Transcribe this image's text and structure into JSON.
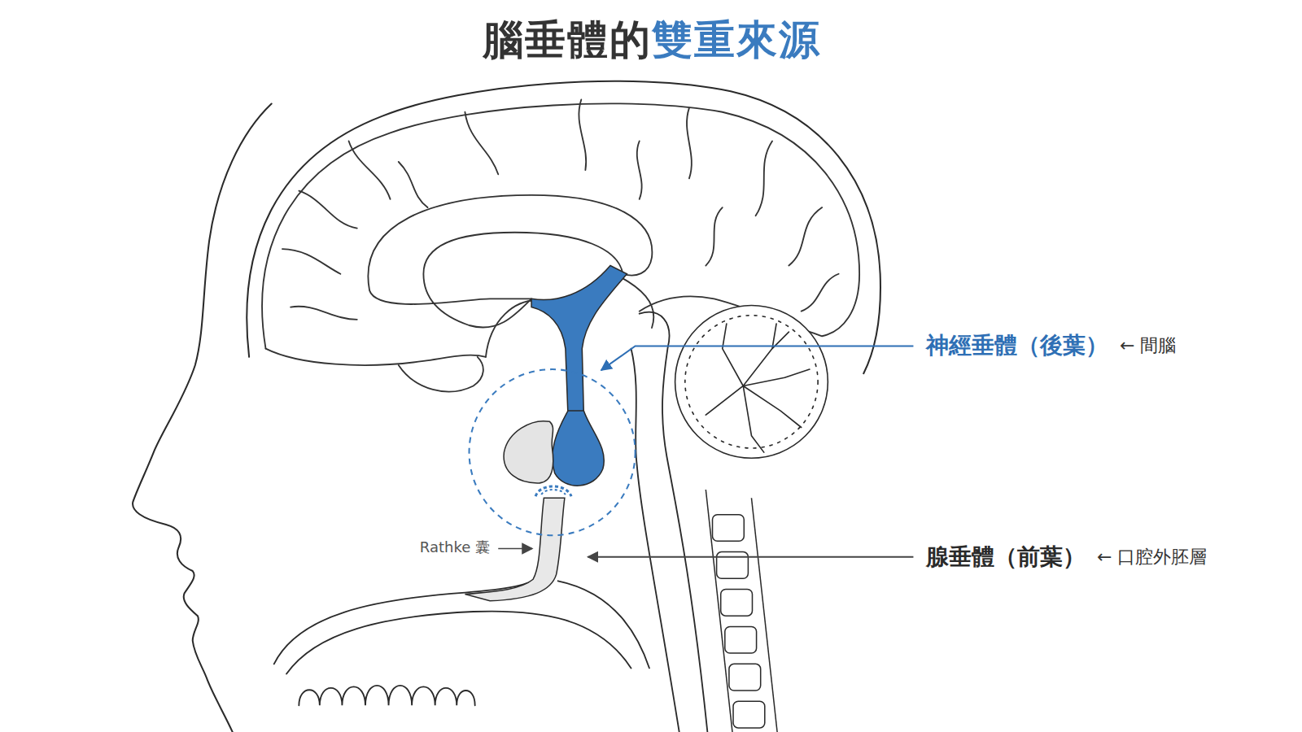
{
  "diagram": {
    "title": "腦垂體的雙重來源",
    "labels": [
      "神經垂體（後葉）",
      "← 間腦",
      "Rathke 囊",
      "腺垂體（前葉）",
      "← 口腔外胚層"
    ]
  }
}
